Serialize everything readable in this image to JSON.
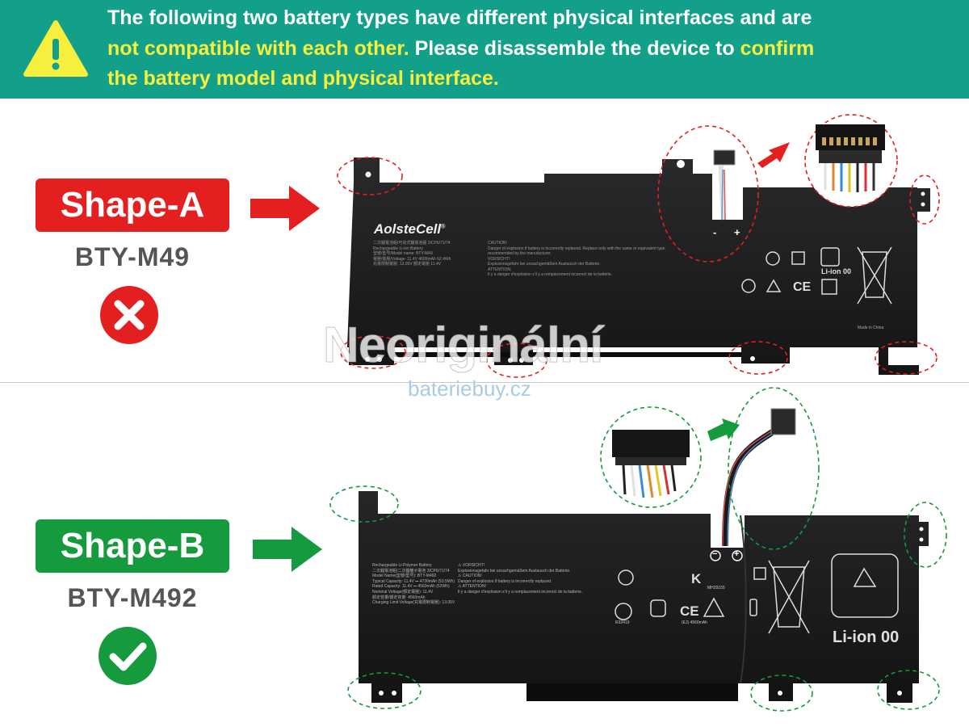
{
  "banner": {
    "line_1": "The following two battery types have different physical interfaces and are",
    "line_2_highlight": "not compatible with each other.",
    "line_2_rest": " Please disassemble the device to ",
    "line_2_highlight_end": "confirm",
    "line_3": "the battery model and physical interface.",
    "icon": "warning-triangle-icon"
  },
  "shape_a": {
    "label": "Shape-A",
    "model": "BTY-M49",
    "status": "incompatible-x-icon",
    "color": "#e41f1f",
    "battery_brand": "AolsteCell",
    "label_lines": [
      "二次鋰電池組/可充式鋰電池組   3ICP6/71/74",
      "Rechargeable Li-ion Battery",
      "型號/型号/Model name: BTY-M49",
      "電壓/電壓/Voltage: 11.4V   4600mAh  52.4Wh",
      "充電限制電壓: 13.05V   額定電壓 11.4V"
    ],
    "caution_lines": [
      "CAUTION!",
      "Danger of explosion if battery is incorrectly replaced. Replace only with the same or equivalent type recommended by the manufacturer.",
      "VORSICHT!",
      "Explosionsgefahr bei unsachgemäßem Austausch der Batterie.",
      "ATTENTION:",
      "Il y a danger d'explosion s'il y a remplacement incorrect de la batterie."
    ],
    "liion_label": "Li-ion 00",
    "made_in": "Made in China",
    "terminals": [
      "-",
      "+"
    ]
  },
  "shape_b": {
    "label": "Shape-B",
    "model": "BTY-M492",
    "status": "compatible-check-icon",
    "color": "#159a3d",
    "label_lines": [
      "Rechargeable Li-Polymer Battery",
      "二次鋰電池組/二次鋰離子電池   3ICP6/71/74",
      "Model Name(型號/型号): BTY-M492",
      "Typical Capacity: 11.4V ⎓ 4730mAh (53.5Wh)",
      "Rated Capacity: 11.4V ⎓ 4560mAh (52Wh)",
      "Nominal Voltage(額定電壓): 11.4V",
      "額定容量/額定容量: 4560mAh",
      "Charging Limit Voltage(充電限制電壓): 13.05V"
    ],
    "caution_lines": [
      "⚠ VORSICHT!",
      "Explosionsgefahr bei unsachgemäßem Austausch der Batterie.",
      "⚠ CAUTION!",
      "Danger of explosion if battery is incorrectly replaced.",
      "⚠ ATTENTION!",
      "Il y a danger d'explosion s'il y a remplacement incorrect de la batterie."
    ],
    "liion_label": "Li-ion 00",
    "cert_codes": [
      "MH29155",
      "R32419",
      "(EJ) 4560mAh"
    ],
    "terminals": [
      "−",
      "+"
    ]
  },
  "watermark": {
    "main": "Neoriginální",
    "sub": "bateriebuy.cz"
  }
}
